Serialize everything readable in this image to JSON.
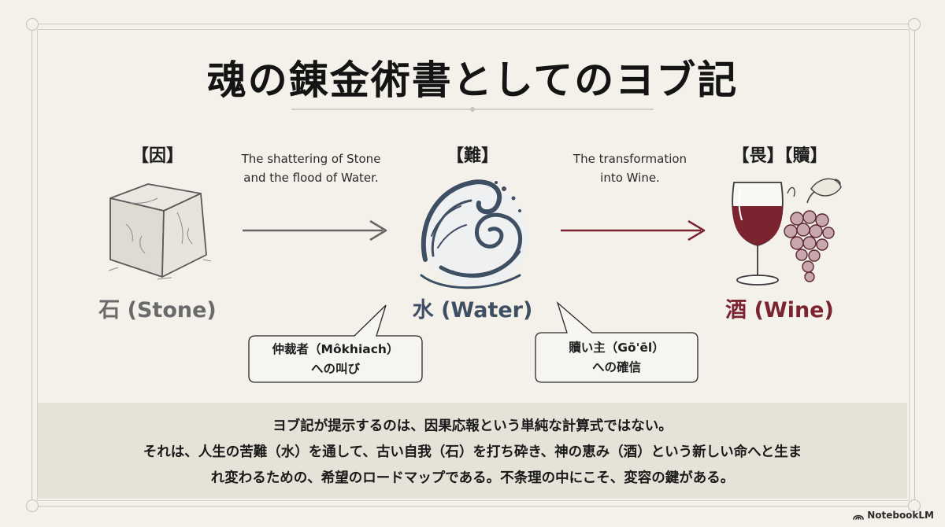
{
  "title": "魂の錬金術書としてのヨブ記",
  "nodes": {
    "stone": {
      "bracket": "【因】",
      "label": "石 (Stone)",
      "color": "#6a6a6a"
    },
    "water": {
      "bracket": "【難】",
      "label": "水 (Water)",
      "color": "#3f4f63"
    },
    "wine": {
      "bracket": "【畏】【贖】",
      "label": "酒 (Wine)",
      "color": "#7b2430"
    }
  },
  "edges": {
    "stone_to_water": {
      "line1": "The shattering of Stone",
      "line2": "and the flood of Water.",
      "color": "#666666"
    },
    "water_to_wine": {
      "line1": "The transformation",
      "line2": "into Wine.",
      "color": "#7b2430"
    }
  },
  "bubbles": {
    "left": {
      "line1": "仲裁者（Môkhiach）",
      "line2": "への叫び"
    },
    "right": {
      "line1": "贖い主（Gō'ēl）",
      "line2": "への確信"
    }
  },
  "summary": {
    "line1": "ヨブ記が提示するのは、因果応報という単純な計算式ではない。",
    "line2": "それは、人生の苦難（水）を通して、古い自我（石）を打ち砕き、神の恵み（酒）という新しい命へと生ま",
    "line3": "れ変わるための、希望のロードマップである。不条理の中にこそ、変容の鍵がある。"
  },
  "brand": "NotebookLM",
  "icons": [
    "stone-cube-icon",
    "wave-icon",
    "wine-glass-icon",
    "grapes-icon",
    "notebooklm-logo-icon"
  ]
}
